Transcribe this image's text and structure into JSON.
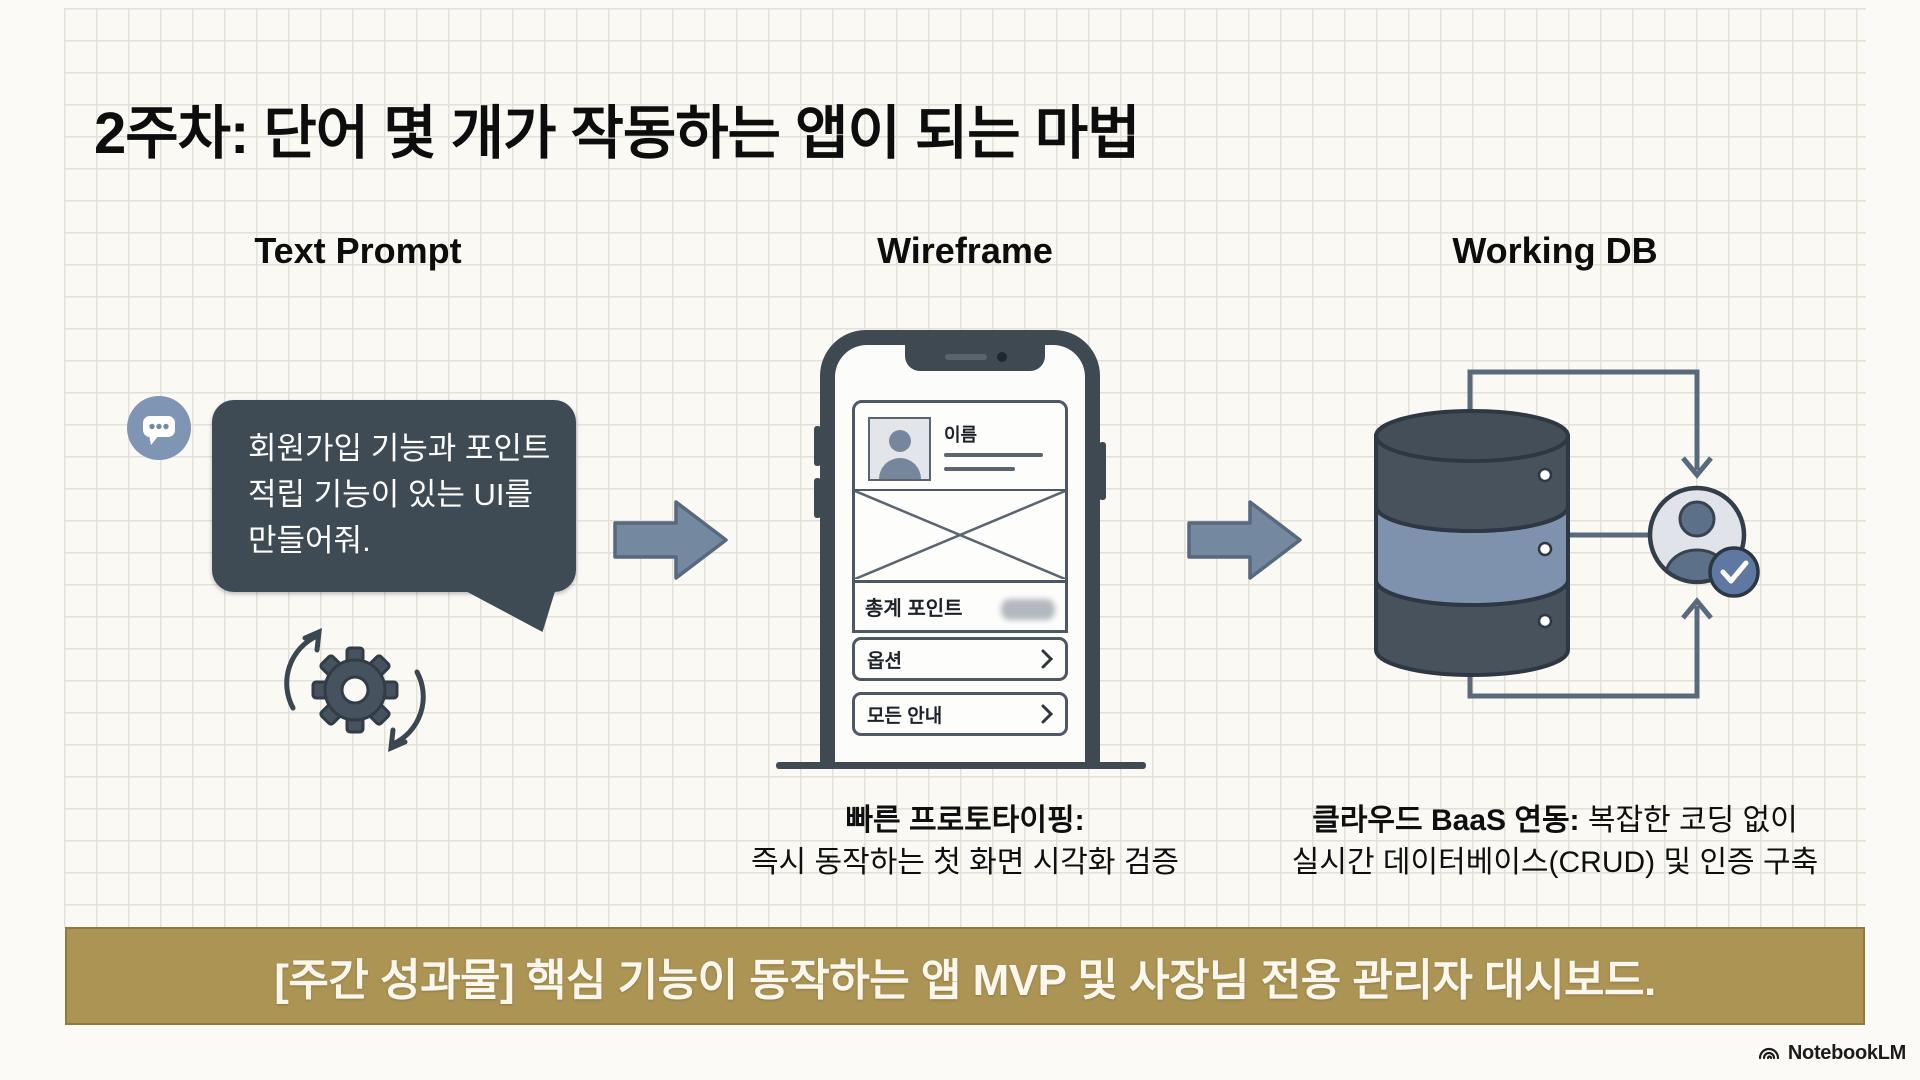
{
  "title": "2주차: 단어 몇 개가 작동하는 앱이 되는 마법",
  "columns": {
    "text_prompt": {
      "header": "Text Prompt",
      "bubble_text": "회원가입 기능과 포인트\n적립 기능이 있는 UI를\n만들어줘."
    },
    "wireframe": {
      "header": "Wireframe",
      "phone": {
        "name_label": "이름",
        "points_row_label": "총계 포인트",
        "options_row_label": "옵션",
        "guide_row_label": "모든 안내"
      },
      "caption_bold": "빠른 프로토타이핑:",
      "caption_line2": "즉시 동작하는 첫 화면 시각화 검증"
    },
    "working_db": {
      "header": "Working DB",
      "caption_bold": "클라우드 BaaS 연동:",
      "caption_rest": " 복잡한 코딩 없이",
      "caption_line2": "실시간 데이터베이스(CRUD) 및 인증 구축"
    }
  },
  "banner": {
    "text": "[주간 성과물] 핵심 기능이 동작하는 앱 MVP 및 사장님 전용 관리자 대시보드."
  },
  "footer": {
    "brand": "NotebookLM"
  },
  "icons": {
    "chat": "chat-bubble-icon",
    "gear": "gear-refresh-icon",
    "flow": "right-block-arrow-icon",
    "database": "database-stack-icon",
    "user": "user-verified-icon",
    "logo": "notebooklm-logo-icon"
  },
  "colors": {
    "slate_dark": "#3e4a54",
    "blue_gray": "#7e92ae",
    "arrow_fill": "#74889f",
    "chat_circle": "#8095b4",
    "banner_gold": "#ab9454",
    "paper": "#faf9f4",
    "grid_line": "#e2e1d9"
  }
}
